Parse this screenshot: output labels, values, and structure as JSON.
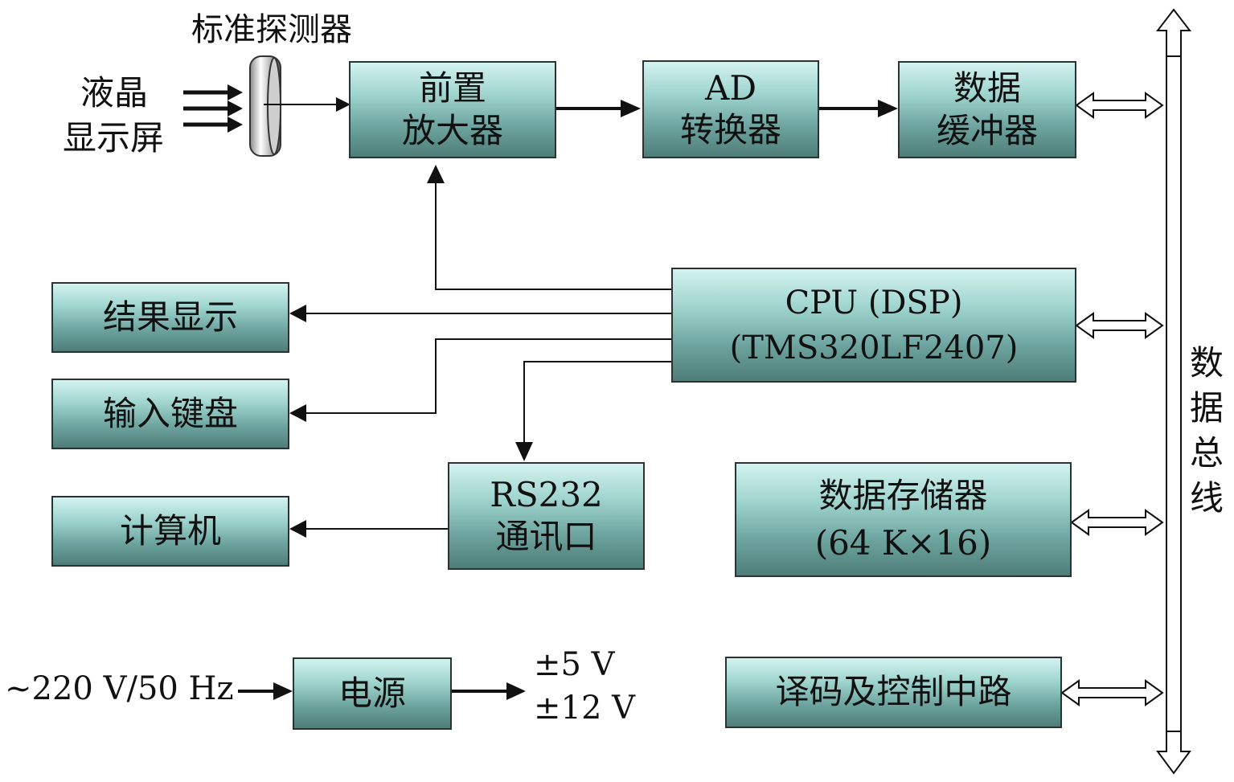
{
  "detector_label": "标准探测器",
  "screen_label": [
    "液晶",
    "显示屏"
  ],
  "boxes": {
    "preamp": [
      "前置",
      "放大器"
    ],
    "ad": [
      "AD",
      "转换器"
    ],
    "buffer": [
      "数据",
      "缓冲器"
    ],
    "cpu": [
      "CPU (DSP)",
      "(TMS320LF2407)"
    ],
    "result": "结果显示",
    "keyboard": "输入键盘",
    "rs232": [
      "RS232",
      "通讯口"
    ],
    "computer": "计算机",
    "memory": [
      "数据存储器",
      "(64 K×16)"
    ],
    "decoder": "译码及控制中路",
    "power": "电源"
  },
  "bus_label": [
    "数",
    "据",
    "总",
    "线"
  ],
  "power_input": "~220 V/50 Hz",
  "power_outputs": [
    "±5 V",
    "±12 V"
  ],
  "colors": {
    "box_top": "#d3f3ef",
    "box_bottom": "#4f7e79",
    "line": "#111111"
  }
}
